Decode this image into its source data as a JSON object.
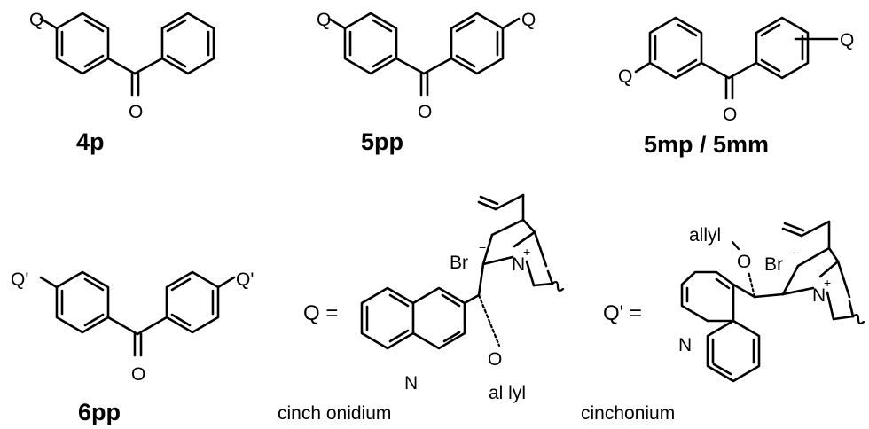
{
  "compounds": {
    "c4p": "4p",
    "c5pp": "5pp",
    "c5mp": "5mp / 5mm",
    "c6pp": "6pp"
  },
  "atoms": {
    "q": "Q",
    "q_prime": "Q'",
    "o": "O",
    "n": "N",
    "br": "Br",
    "minus": "−",
    "plus": "+",
    "allyl": "allyl",
    "allyl_spaced": "al lyl"
  },
  "definitions": {
    "q_eq": "Q =",
    "q_prime_eq": "Q' =",
    "cinchonidium": "cinch onidium",
    "cinchonium": "cinchonium"
  }
}
